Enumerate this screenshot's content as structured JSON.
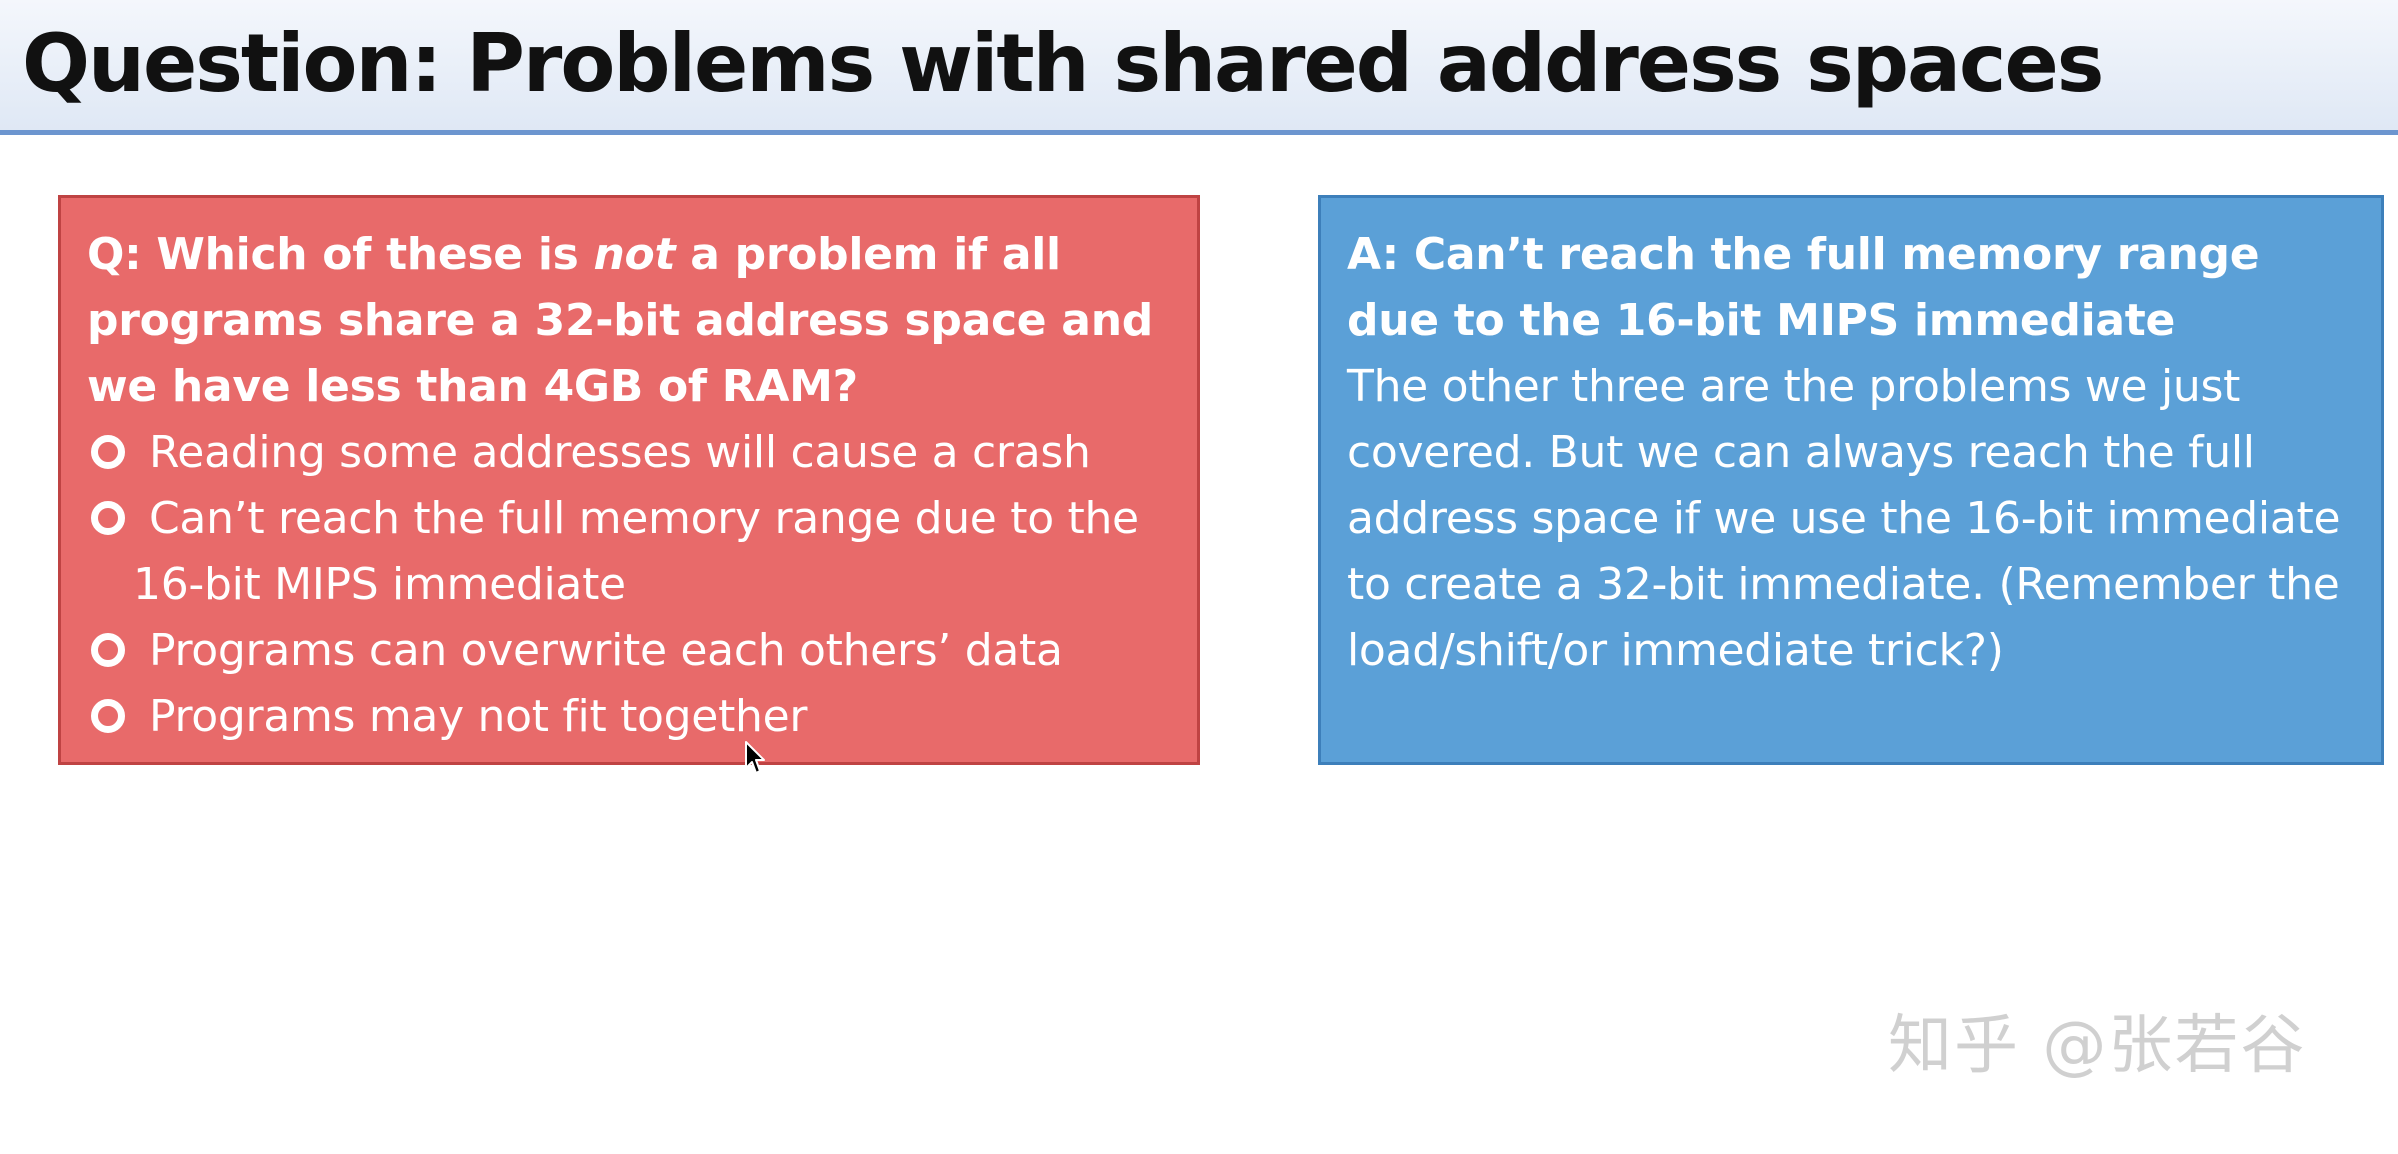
{
  "title": "Question: Problems with shared address spaces",
  "question": {
    "prefix": "Q: Which of these is ",
    "emphasis": "not",
    "suffix": " a problem if all programs share a 32-bit address space and we have less than 4GB of RAM?",
    "options": [
      {
        "line1": "Reading some addresses will cause a crash"
      },
      {
        "line1": "Can’t reach the full memory range due to the",
        "line2": "16-bit MIPS immediate"
      },
      {
        "line1": "Programs can overwrite each others’ data"
      },
      {
        "line1": "Programs may not fit together"
      }
    ]
  },
  "answer": {
    "heading": "A: Can’t reach the full memory range due to the 16-bit MIPS immediate",
    "body": "The other three are the problems we just covered. But we can always reach the full address space if we use the 16-bit immediate to create a 32-bit immediate. (Remember the load/shift/or immediate trick?)"
  },
  "watermark": "知乎 @张若谷",
  "colors": {
    "question_box": "#e86a6a",
    "answer_box": "#5ba0d7",
    "title_rule": "#6c95cf"
  }
}
